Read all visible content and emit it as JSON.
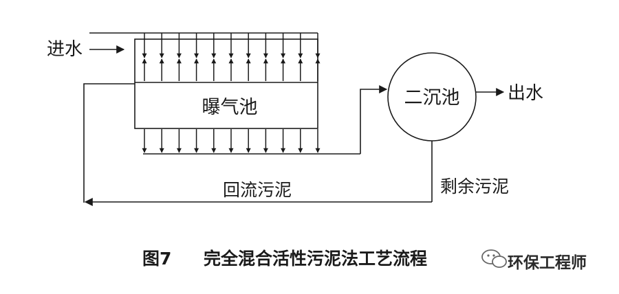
{
  "labels": {
    "inflow": "进水",
    "aeration_tank": "曝气池",
    "secondary_clarifier": "二沉池",
    "outflow": "出水",
    "return_sludge": "回流污泥",
    "excess_sludge": "剩余污泥"
  },
  "caption": {
    "number": "图7",
    "title": "完全混合活性污泥法工艺流程"
  },
  "watermark": {
    "text": "环保工程师",
    "icon": "wechat-icon"
  },
  "colors": {
    "ink": "#1a1a1a",
    "background": "#ffffff"
  }
}
